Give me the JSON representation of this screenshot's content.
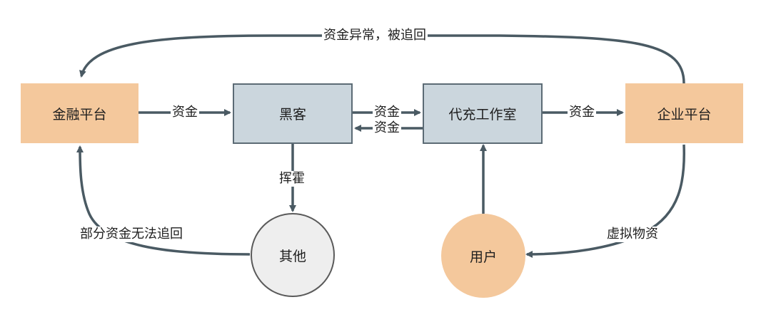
{
  "nodes": {
    "finance_platform": "金融平台",
    "hacker": "黑客",
    "agent_studio": "代充工作室",
    "enterprise_platform": "企业平台",
    "other": "其他",
    "user": "用户"
  },
  "edges": {
    "top_return": "资金异常，被追回",
    "finance_to_hacker": "资金",
    "hacker_to_studio": "资金",
    "studio_to_hacker": "资金",
    "studio_to_enterprise": "资金",
    "squander": "挥霍",
    "unrecoverable": "部分资金无法追回",
    "virtual_goods": "虚拟物资"
  },
  "colors": {
    "platform_fill": "#f4c89c",
    "box_fill": "#cbd6dd",
    "arrow": "#4a5a63"
  }
}
